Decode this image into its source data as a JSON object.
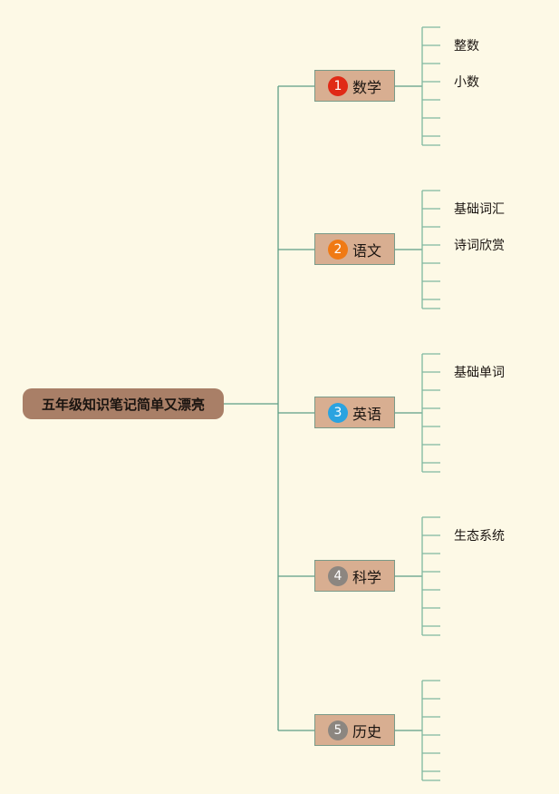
{
  "mindmap": {
    "root": "五年级知识笔记简单又漂亮",
    "branches": [
      {
        "number": "1",
        "label": "数学",
        "badge_color": "#e02a16",
        "leaves": [
          "整数",
          "小数"
        ]
      },
      {
        "number": "2",
        "label": "语文",
        "badge_color": "#f07a14",
        "leaves": [
          "基础词汇",
          "诗词欣赏"
        ]
      },
      {
        "number": "3",
        "label": "英语",
        "badge_color": "#2aa3e0",
        "leaves": [
          "基础单词"
        ]
      },
      {
        "number": "4",
        "label": "科学",
        "badge_color": "#8c8680",
        "leaves": [
          "生态系统"
        ]
      },
      {
        "number": "5",
        "label": "历史",
        "badge_color": "#8c8680",
        "leaves": []
      }
    ]
  },
  "colors": {
    "background": "#fdf9e6",
    "connector": "#5e9e86",
    "leaf_line": "#7fb8a0",
    "root_fill": "#a97f67",
    "branch_fill": "#d8ae91"
  }
}
